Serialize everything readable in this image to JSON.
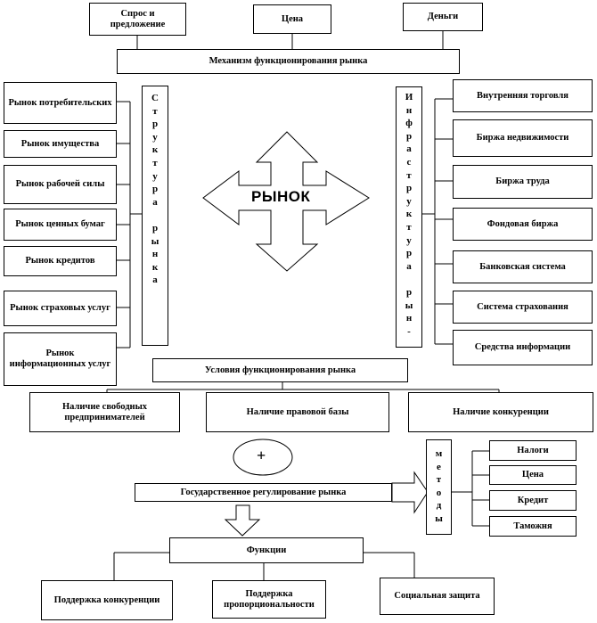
{
  "top": {
    "demand_supply": "Спрос и предложение",
    "price": "Цена",
    "money": "Деньги",
    "mechanism": "Механизм функционирования рынка"
  },
  "left": {
    "items": [
      "Рынок потребительских",
      "Рынок имущества",
      "Рынок рабочей силы",
      "Рынок ценных бумаг",
      "Рынок кредитов",
      "Рынок страховых услуг",
      "Рынок информационных услуг"
    ],
    "structure_letters": [
      "С",
      "т",
      "р",
      "у",
      "к",
      "т",
      "у",
      "р",
      "а",
      "",
      "р",
      "ы",
      "н",
      "к",
      "а"
    ]
  },
  "center": {
    "label": "РЫНОК"
  },
  "right": {
    "items": [
      "Внутренняя торговля",
      "Биржа недвижимости",
      "Биржа труда",
      "Фондовая биржа",
      "Банковская система",
      "Система страхования",
      "Средства информации"
    ],
    "infrastructure_letters": [
      "И",
      "н",
      "ф",
      "р",
      "а",
      "с",
      "т",
      "р",
      "у",
      "к",
      "т",
      "у",
      "р",
      "а",
      "",
      "р",
      "ы",
      "н",
      "-"
    ]
  },
  "conditions": {
    "title": "Условия функционирования рынка",
    "items": [
      "Наличие свободных предпринимателей",
      "Наличие правовой базы",
      "Наличие конкуренции"
    ]
  },
  "regulation": {
    "plus": "+",
    "title": "Государственное регулирование рынка",
    "methods_letters": [
      "м",
      "е",
      "т",
      "о",
      "д",
      "ы"
    ],
    "methods": [
      "Налоги",
      "Цена",
      "Кредит",
      "Таможня"
    ]
  },
  "functions": {
    "title": "Функции",
    "items": [
      "Поддержка конкуренции",
      "Поддержка пропорциональности",
      "Социальная защита"
    ]
  }
}
